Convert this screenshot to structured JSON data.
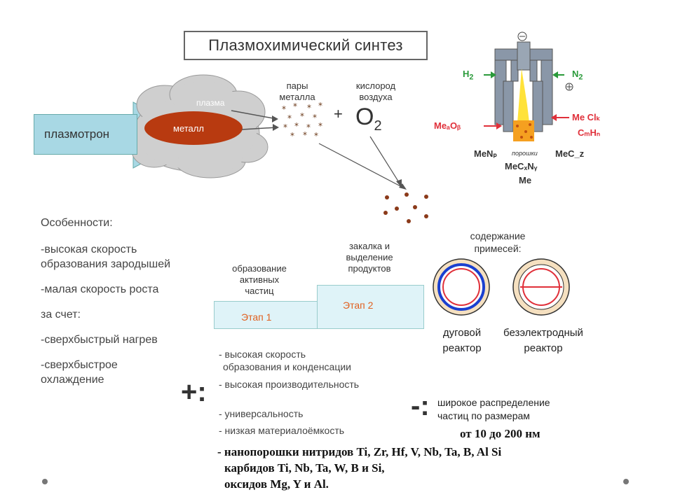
{
  "title": "Плазмохимический синтез",
  "plasmatron": "плазмотрон",
  "plasma_label": "плазма",
  "metal_label": "металл",
  "metal_vapor": [
    "пары",
    "металла"
  ],
  "oxygen_air": [
    "кислород",
    "воздуха"
  ],
  "plus_sign": "+",
  "o2": "O",
  "o2_sub": "2",
  "reactor_scheme": {
    "h2": "H",
    "h2_sub": "2",
    "n2": "N",
    "n2_sub": "2",
    "minus": "⊖",
    "plus": "⊕",
    "meaob": "MeₐOᵦ",
    "mecl": "Me Clₖ",
    "cmhn": "CₘHₙ",
    "menp": "MeNₚ",
    "powders": "порошки",
    "mecz": "MeC_z",
    "mecxny": "MeCₓNᵧ",
    "me": "Me",
    "colors": {
      "h2": "#2a9a3a",
      "n2": "#2a9a3a",
      "products": "#e0303a",
      "dark": "#333333"
    }
  },
  "features": {
    "heading": "Особенности:",
    "items": [
      "-высокая скорость",
      "образования зародышей",
      "-малая скорость роста",
      "за счет:",
      "-сверхбыстрый нагрев",
      "-сверхбыстрое",
      "охлаждение"
    ]
  },
  "stages": {
    "stage1_caption": [
      "образование",
      "активных",
      "частиц"
    ],
    "stage2_caption": [
      "закалка и",
      "выделение",
      "продуктов"
    ],
    "stage1": "Этап 1",
    "stage2": "Этап 2"
  },
  "impurities": {
    "caption": [
      "содержание",
      "примесей:"
    ],
    "arc": [
      "дуговой",
      "реактор"
    ],
    "electrodeless": [
      "безэлектродный",
      "реактор"
    ]
  },
  "advantages": {
    "sign": "+:",
    "items": [
      "- высокая скорость",
      "образования и конденсации",
      "- высокая производительность",
      "- универсальность",
      "- низкая материалоёмкость"
    ]
  },
  "disadvantages": {
    "sign": "-:",
    "items": [
      "широкое распределение",
      "частиц по размерам"
    ],
    "range": "от 10 до 200 нм"
  },
  "products": [
    "- нанопорошки нитридов Ti, Zr, Hf, V, Nb, Ta, B, Al Si",
    "карбидов Ti,  Nb, Ta, W, B и Si,",
    "оксидов Mg, Y и Al."
  ]
}
